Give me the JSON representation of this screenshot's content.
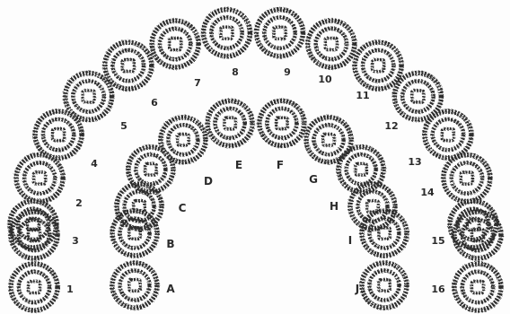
{
  "diagram": {
    "ink": "#2e2e2e",
    "outer_arch_labels": [
      "1",
      "2",
      "3",
      "4",
      "5",
      "6",
      "7",
      "8",
      "9",
      "10",
      "11",
      "12",
      "13",
      "14",
      "15",
      "16"
    ],
    "inner_arch_labels": [
      "A",
      "B",
      "C",
      "D",
      "E",
      "F",
      "G",
      "H",
      "I",
      "J"
    ]
  }
}
